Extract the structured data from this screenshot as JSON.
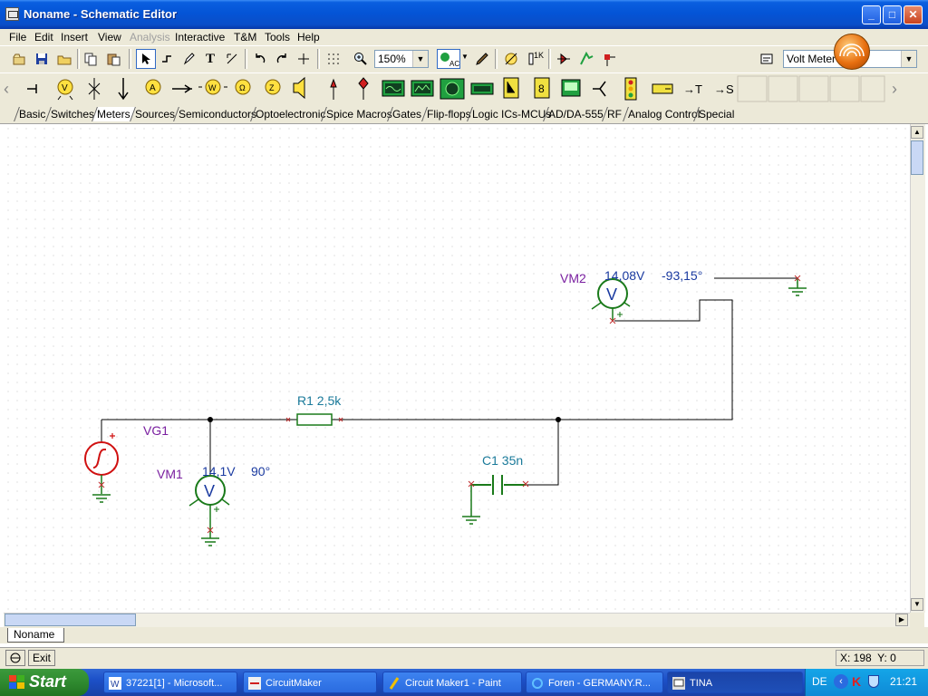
{
  "window": {
    "title": "Noname - Schematic Editor",
    "buttons": {
      "minimize": "_",
      "maximize": "□",
      "close": "✕"
    }
  },
  "menu": [
    "File",
    "Edit",
    "Insert",
    "View",
    "Analysis",
    "Interactive",
    "T&M",
    "Tools",
    "Help"
  ],
  "menu_disabled": [
    "Analysis"
  ],
  "toolbar": {
    "zoom_value": "150%",
    "ac_label": "AC",
    "component_selector": "Volt Meter"
  },
  "component_tabs": [
    "Basic",
    "Switches",
    "Meters",
    "Sources",
    "Semiconductors",
    "Optoelectronic",
    "Spice Macros",
    "Gates",
    "Flip-flops",
    "Logic ICs-MCUs",
    "AD/DA-555",
    "RF",
    "Analog Control",
    "Special"
  ],
  "active_component_tab": "Meters",
  "palette_labels": {
    "to_t": "→T",
    "to_s": "→S"
  },
  "schematic": {
    "vm2": {
      "name": "VM2",
      "voltage": "14,08V",
      "phase": "-93,15°",
      "symbol": "V"
    },
    "vm1": {
      "name": "VM1",
      "voltage": "14,1V",
      "phase": "90°",
      "symbol": "V"
    },
    "r1": {
      "label": "R1 2,5k"
    },
    "vg1": {
      "name": "VG1"
    },
    "c1": {
      "label": "C1 35n"
    }
  },
  "document_tab": "Noname",
  "status": {
    "exit_label": "Exit",
    "coordinates": "X: 198  Y: 0"
  },
  "taskbar": {
    "start_label": "Start",
    "tasks": [
      "37221[1] - Microsoft...",
      "CircuitMaker",
      "Circuit Maker1 - Paint",
      "Foren - GERMANY.R...",
      "TINA"
    ],
    "active_task": "TINA",
    "language": "DE",
    "clock": "21:21"
  },
  "colors": {
    "titlebar": "#0454d6",
    "wire": "#000000",
    "component_green": "#1a7a1a",
    "label_purple": "#7a1fa0",
    "label_teal": "#1a7a9a",
    "source_red": "#d01010"
  }
}
